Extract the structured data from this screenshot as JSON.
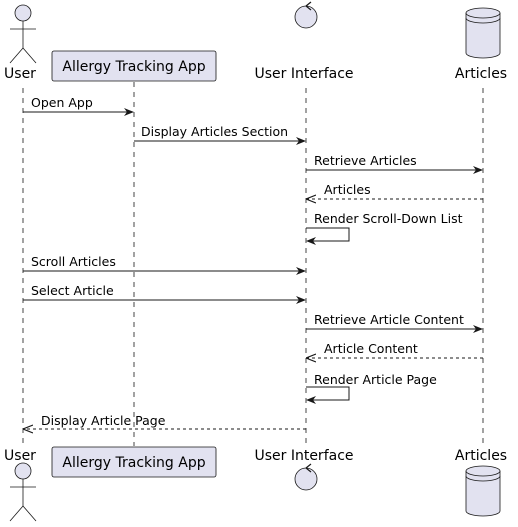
{
  "participants": {
    "user": "User",
    "app": "Allergy Tracking App",
    "ui": "User Interface",
    "articles": "Articles"
  },
  "messages": [
    {
      "label": "Open App",
      "from": "user",
      "to": "app",
      "kind": "sync"
    },
    {
      "label": "Display Articles Section",
      "from": "app",
      "to": "ui",
      "kind": "sync"
    },
    {
      "label": "Retrieve Articles",
      "from": "ui",
      "to": "articles",
      "kind": "sync"
    },
    {
      "label": "Articles",
      "from": "articles",
      "to": "ui",
      "kind": "return"
    },
    {
      "label": "Render Scroll-Down List",
      "from": "ui",
      "to": "ui",
      "kind": "self"
    },
    {
      "label": "Scroll Articles",
      "from": "user",
      "to": "ui",
      "kind": "sync"
    },
    {
      "label": "Select Article",
      "from": "user",
      "to": "ui",
      "kind": "sync"
    },
    {
      "label": "Retrieve Article Content",
      "from": "ui",
      "to": "articles",
      "kind": "sync"
    },
    {
      "label": "Article Content",
      "from": "articles",
      "to": "ui",
      "kind": "return"
    },
    {
      "label": "Render Article Page",
      "from": "ui",
      "to": "ui",
      "kind": "self"
    },
    {
      "label": "Display Article Page",
      "from": "ui",
      "to": "user",
      "kind": "return"
    }
  ],
  "colors": {
    "participant_fill": "#E2E2F0",
    "participant_stroke": "#181818",
    "lifeline": "#181818",
    "arrow": "#181818"
  }
}
